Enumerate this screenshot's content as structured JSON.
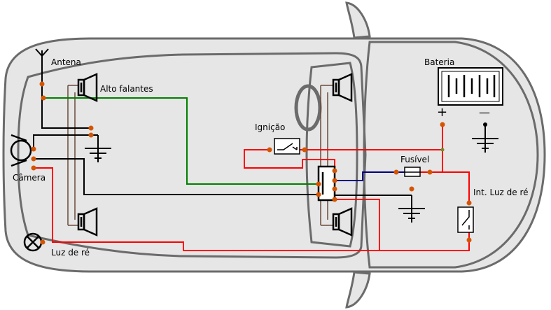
{
  "labels": {
    "antenna": "Antena",
    "speakers": "Alto falantes",
    "camera": "Câmera",
    "reverse_light": "Luz de ré",
    "ignition": "Ignição",
    "battery": "Bateria",
    "battery_plus": "+",
    "battery_minus": "—",
    "fuse": "Fusível",
    "reverse_switch": "Int. Luz de ré"
  },
  "colors": {
    "body_fill": "#e6e6e6",
    "body_stroke": "#6b6b6b",
    "wire_red": "#ff0000",
    "wire_green": "#008000",
    "wire_black": "#000000",
    "wire_blue": "#000080",
    "wire_brown": "#6b4a3a",
    "terminal": "#d45500"
  }
}
